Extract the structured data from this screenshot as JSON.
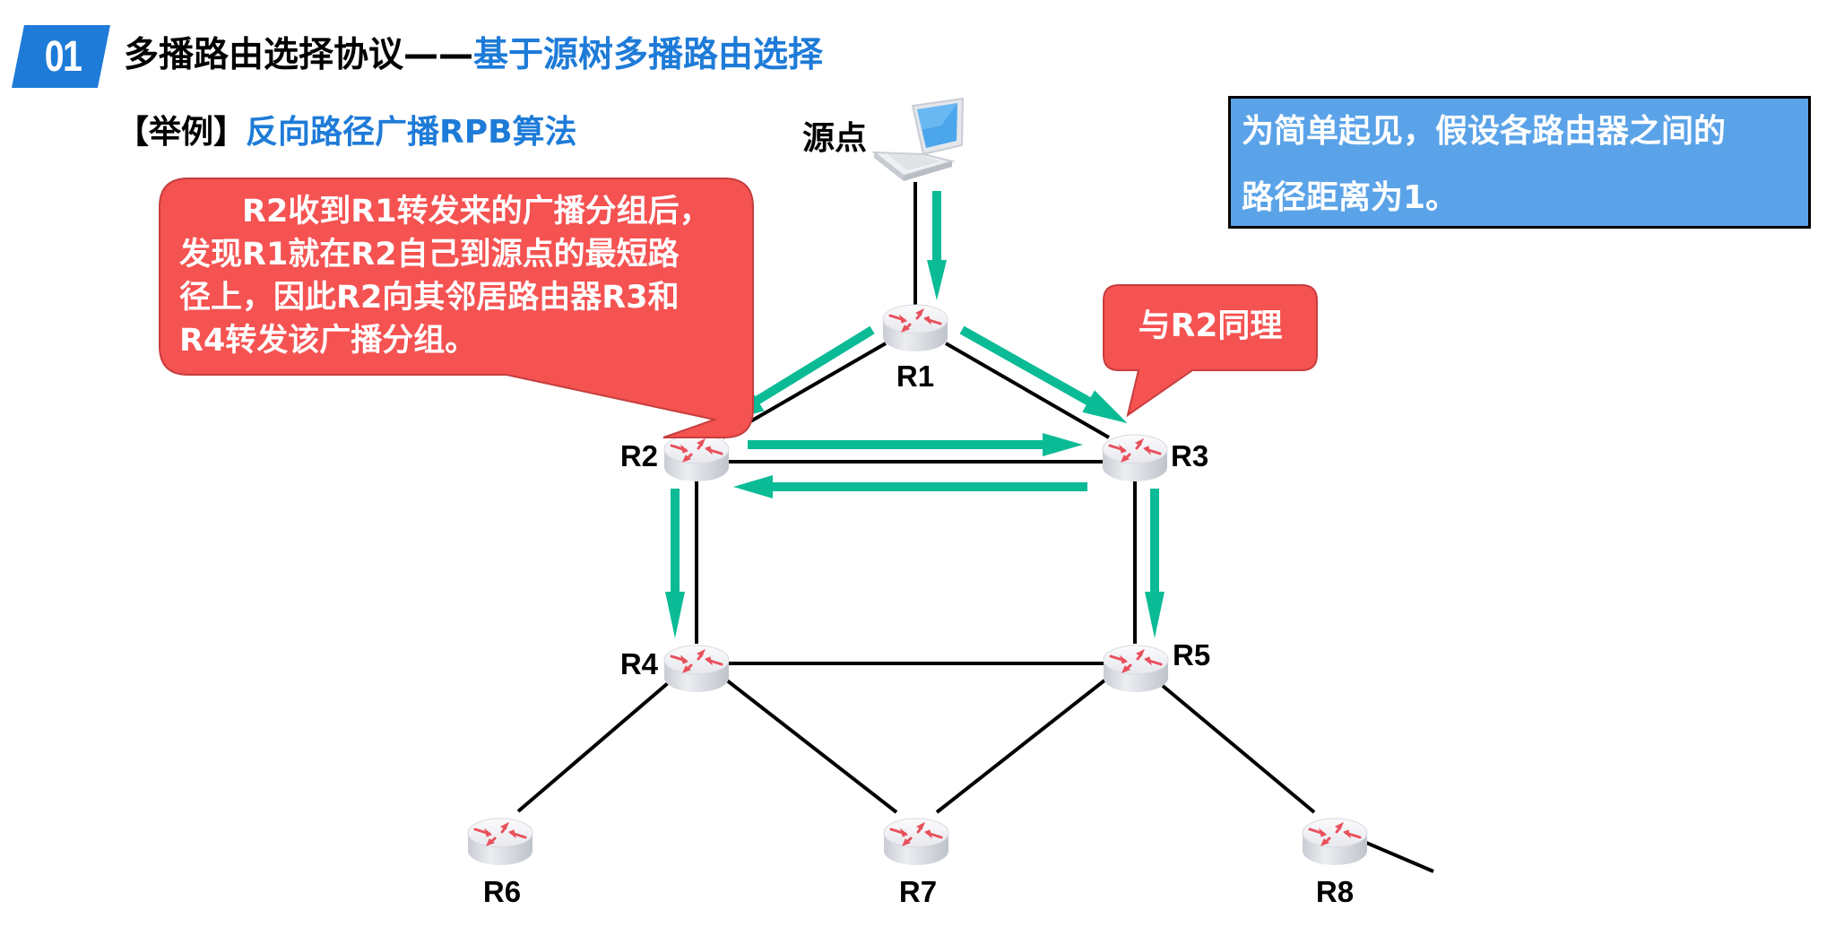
{
  "header": {
    "badge_number": "01",
    "title_main": "多播路由选择协议——",
    "title_accent": "基于源树多播路由选择"
  },
  "subtitle": {
    "prefix": "【举例】",
    "accent": "反向路径广播RPB算法"
  },
  "note": {
    "line1": "为简单起见，假设各路由器之间的",
    "line2": "路径距离为1。"
  },
  "callouts": {
    "r2": {
      "line1": "　　R2收到R1转发来的广播分组后，",
      "line2": "发现R1就在R2自己到源点的最短路",
      "line3": "径上，因此R2向其邻居路由器R3和",
      "line4": "R4转发该广播分组。"
    },
    "r3": {
      "text": "与R2同理"
    }
  },
  "source": {
    "label": "源点",
    "icon": "laptop-icon"
  },
  "routers": [
    {
      "id": "R1",
      "label": "R1"
    },
    {
      "id": "R2",
      "label": "R2"
    },
    {
      "id": "R3",
      "label": "R3"
    },
    {
      "id": "R4",
      "label": "R4"
    },
    {
      "id": "R5",
      "label": "R5"
    },
    {
      "id": "R6",
      "label": "R6"
    },
    {
      "id": "R7",
      "label": "R7"
    },
    {
      "id": "R8",
      "label": "R8"
    }
  ],
  "links": [
    [
      "Source",
      "R1"
    ],
    [
      "R1",
      "R2"
    ],
    [
      "R1",
      "R3"
    ],
    [
      "R2",
      "R3"
    ],
    [
      "R2",
      "R4"
    ],
    [
      "R3",
      "R5"
    ],
    [
      "R4",
      "R5"
    ],
    [
      "R4",
      "R6"
    ],
    [
      "R4",
      "R7"
    ],
    [
      "R5",
      "R7"
    ],
    [
      "R5",
      "R8"
    ],
    [
      "R8",
      "external"
    ]
  ],
  "forwarding_arrows": [
    [
      "Source",
      "R1"
    ],
    [
      "R1",
      "R2"
    ],
    [
      "R1",
      "R3"
    ],
    [
      "R2",
      "R3"
    ],
    [
      "R3",
      "R2"
    ],
    [
      "R2",
      "R4"
    ],
    [
      "R3",
      "R5"
    ]
  ],
  "colors": {
    "badge_blue": "#1E7BD8",
    "accent_text": "#1E7BD8",
    "note_bg": "#5BA3E8",
    "callout_red": "#F55252",
    "arrow_green": "#0BBB96",
    "router_arrow_red": "#E8505B"
  }
}
